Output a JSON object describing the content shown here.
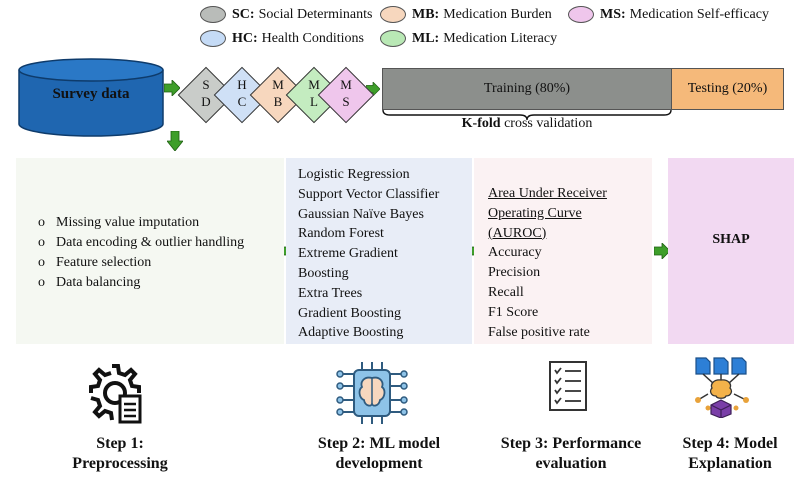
{
  "legend": [
    {
      "abbr": "SC:",
      "text": "Social Determinants",
      "color": "#b9bcb9"
    },
    {
      "abbr": "MB:",
      "text": "Medication Burden",
      "color": "#f7d7be"
    },
    {
      "abbr": "MS:",
      "text": "Medication Self-efficacy",
      "color": "#efc6ec"
    },
    {
      "abbr": "HC:",
      "text": "Health Conditions",
      "color": "#c5dbf6"
    },
    {
      "abbr": "ML:",
      "text": "Medication Literacy",
      "color": "#b9e8b5"
    }
  ],
  "survey": {
    "label": "Survey data",
    "color": "#1f66b0"
  },
  "features": [
    {
      "l1": "S",
      "l2": "D",
      "color": "#c9ccc9"
    },
    {
      "l1": "H",
      "l2": "C",
      "color": "#cfe0f6"
    },
    {
      "l1": "M",
      "l2": "B",
      "color": "#f7d7be"
    },
    {
      "l1": "M",
      "l2": "L",
      "color": "#c4ecc0"
    },
    {
      "l1": "M",
      "l2": "S",
      "color": "#efc6ec"
    }
  ],
  "split": {
    "train": "Training (80%)",
    "test": "Testing (20%)",
    "kfold_bold": "K-fold",
    "kfold_rest": " cross validation"
  },
  "preprocessing": [
    "Missing value imputation",
    "Data encoding & outlier handling",
    "Feature selection",
    "Data balancing"
  ],
  "models": [
    "Logistic Regression",
    "Support Vector Classifier",
    "Gaussian Naïve Bayes",
    "Random Forest",
    "Extreme Gradient",
    "Boosting",
    "Extra Trees",
    "Gradient Boosting",
    "Adaptive Boosting"
  ],
  "metrics_underlined": [
    "Area Under Receiver",
    "Operating Curve",
    "(AUROC)"
  ],
  "metrics": [
    "Accuracy",
    "Precision",
    "Recall",
    "F1 Score",
    "False positive rate"
  ],
  "explain": {
    "label": "SHAP"
  },
  "steps": [
    {
      "line1": "Step 1:",
      "line2": "Preprocessing"
    },
    {
      "line1": "Step 2: ML model",
      "line2": "development"
    },
    {
      "line1": "Step 3: Performance",
      "line2": "evaluation"
    },
    {
      "line1": "Step 4: Model",
      "line2": "Explanation"
    }
  ],
  "arrow_color": "#3e9e2a"
}
